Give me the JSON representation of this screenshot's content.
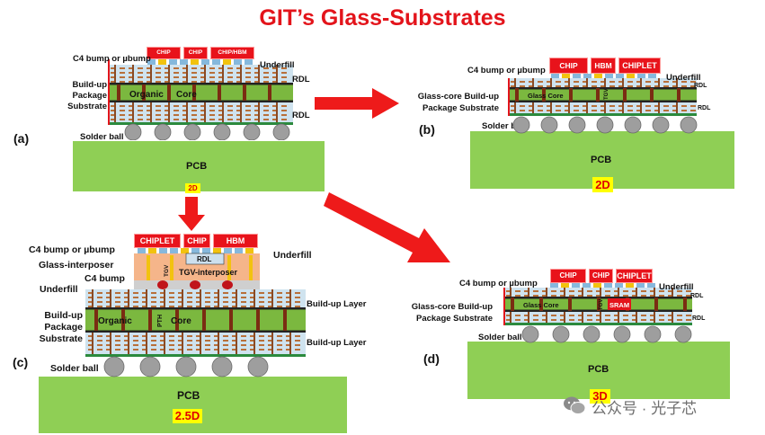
{
  "title": "GIT’s Glass-Substrates",
  "panel_a": {
    "sub": "(a)",
    "chips": [
      "CHIP",
      "CHIP",
      "CHIP/HBM"
    ],
    "c4": "C4 bump or µbump",
    "underfill": "Underfill",
    "buildup": "Build-up\nPackage\nSubstrate",
    "organic": "Organic",
    "core": "Core",
    "rdl_top": "RDL",
    "rdl_bot": "RDL",
    "solder": "Solder ball",
    "pcb": "PCB",
    "tag": "2D"
  },
  "panel_b": {
    "sub": "(b)",
    "chips": [
      "CHIP",
      "HBM",
      "CHIPLET"
    ],
    "c4": "C4 bump or µbump",
    "underfill": "Underfill",
    "glass_label": "Glass-core Build-up\nPackage Substrate",
    "glass_core": "Glass Core",
    "tgv": "TGV",
    "rdl_top": "RDL",
    "rdl_bot": "RDL",
    "solder": "Solder ball",
    "pcb": "PCB",
    "tag": "2D"
  },
  "panel_c": {
    "sub": "(c)",
    "chips": [
      "CHIPLET",
      "CHIP",
      "HBM"
    ],
    "c4": "C4 bump or µbump",
    "underfill": "Underfill",
    "glass_interposer": "Glass-interposer",
    "rdl": "RDL",
    "tgv": "TGV",
    "tgv_interposer": "TGV-interposer",
    "c4_bump": "C4 bump",
    "underfill2": "Underfill",
    "buildup": "Build-up\nPackage\nSubstrate",
    "organic": "Organic",
    "pth": "PTH",
    "core": "Core",
    "buildup_layer_top": "Build-up Layer",
    "buildup_layer_bot": "Build-up Layer",
    "solder": "Solder ball",
    "pcb": "PCB",
    "tag": "2.5D"
  },
  "panel_d": {
    "sub": "(d)",
    "chips": [
      "CHIP",
      "CHIP",
      "CHIPLET"
    ],
    "c4": "C4 bump or µbump",
    "underfill": "Underfill",
    "glass_label": "Glass-core Build-up\nPackage Substrate",
    "glass_core": "Glass Core",
    "tgv": "TGV",
    "sram": "SRAM",
    "rdl_top": "RDL",
    "rdl_bot": "RDL",
    "solder": "Solder ball",
    "pcb": "PCB",
    "tag": "3D"
  },
  "watermark": "公众号 · 光子芯",
  "colors": {
    "red": "#e3141b",
    "pcb": "#8fcf55",
    "core": "#7bb83f",
    "layer": "#cfe3ef",
    "copper": "#b8703a"
  },
  "icons": [
    "arrow-right-icon",
    "arrow-down-icon",
    "arrow-diagonal-icon",
    "wechat-icon"
  ]
}
